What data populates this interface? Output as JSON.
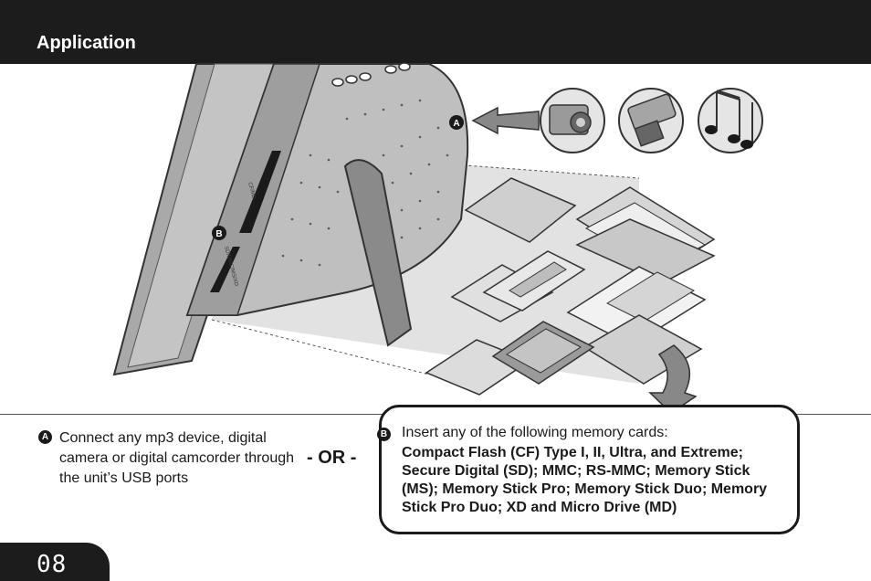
{
  "header": {
    "title": "Application"
  },
  "callouts": {
    "a": "A",
    "b": "B"
  },
  "device_labels": {
    "cf_slot": "CF/MD",
    "sd_slot": "SD/MMC/MS/XD"
  },
  "item_a": {
    "badge": "A",
    "text": "Connect any mp3 device, digital camera or digital camcorder through the unit’s USB ports"
  },
  "separator": "- OR -",
  "item_b": {
    "badge": "B",
    "intro": "Insert any of the following memory cards:",
    "cards": "Compact Flash (CF) Type I, II, Ultra, and Extreme; Secure Digital (SD); MMC; RS-MMC; Memory Stick (MS); Memory Stick Pro; Memory Stick Duo; Memory Stick Pro Duo; XD and Micro Drive (MD)"
  },
  "footer": {
    "page_number": "08"
  },
  "colors": {
    "header_bg": "#1c1c1c",
    "text": "#1a1a1a",
    "illustration_gray": "#bdbdbd"
  },
  "icons": [
    "digital-camera-icon",
    "camcorder-icon",
    "music-notes-icon",
    "arrow-left-icon",
    "arrow-down-icon"
  ]
}
